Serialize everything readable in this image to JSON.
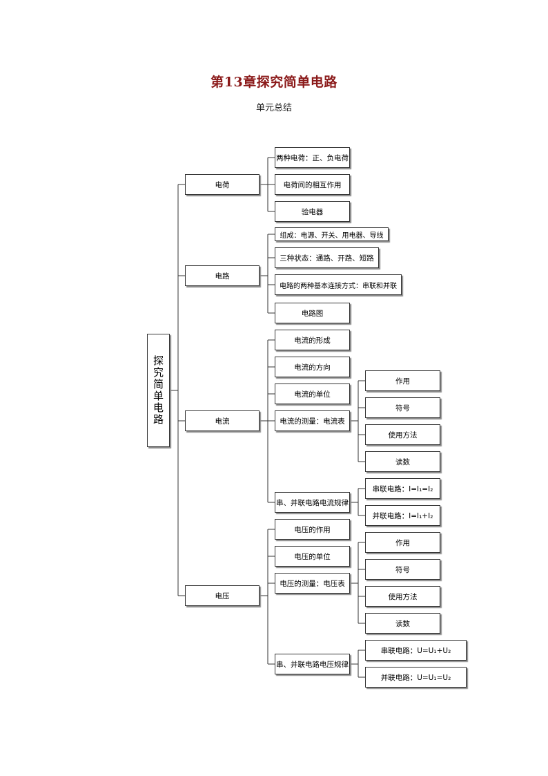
{
  "page": {
    "title": "第13章探究简单电路",
    "subtitle": "单元总结"
  },
  "root": {
    "label": "探究简单电路"
  },
  "charge": {
    "label": "电荷",
    "items": [
      "两种电荷：正、负电荷",
      "电荷间的相互作用",
      "验电器"
    ]
  },
  "circuit": {
    "label": "电路",
    "items": [
      "组成：电源、开关、用电器、导线",
      "三种状态：通路、开路、短路",
      "电路的两种基本连接方式：串联和并联",
      "电路图"
    ]
  },
  "current": {
    "label": "电流",
    "items": [
      "电流的形成",
      "电流的方向",
      "电流的单位",
      "电流的测量：电流表",
      "串、并联电路电流规律"
    ],
    "measure_items": [
      "作用",
      "符号",
      "使用方法",
      "读数"
    ],
    "law_items": [
      "串联电路：I=I₁=I₂",
      "并联电路：I=I₁+I₂"
    ]
  },
  "voltage": {
    "label": "电压",
    "items": [
      "电压的作用",
      "电压的单位",
      "电压的测量：电压表",
      "串、并联电路电压规律"
    ],
    "measure_items": [
      "作用",
      "符号",
      "使用方法",
      "读数"
    ],
    "law_items": [
      "串联电路：U=U₁+U₂",
      "并联电路：U=U₁=U₂"
    ]
  }
}
